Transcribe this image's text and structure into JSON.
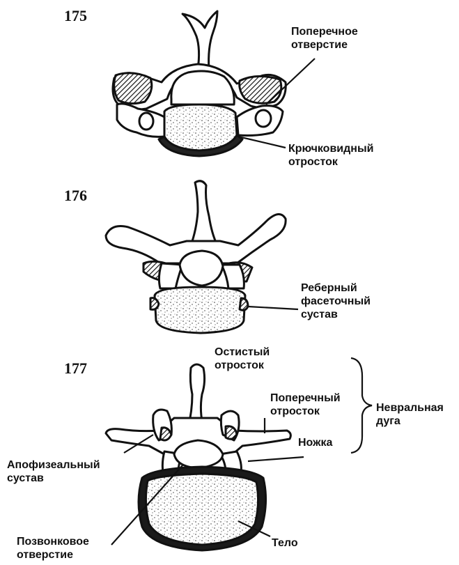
{
  "figures": [
    {
      "number": "175",
      "labels": {
        "transverse_foramen": [
          "Поперечное",
          "отверстие"
        ],
        "uncinate_process": [
          "Крючковидный",
          "отросток"
        ]
      }
    },
    {
      "number": "176",
      "labels": {
        "costal_facet_joint": [
          "Реберный",
          "фасеточный",
          "сустав"
        ]
      }
    },
    {
      "number": "177",
      "labels": {
        "spinous_process": [
          "Остистый",
          "отросток"
        ],
        "transverse_process": [
          "Поперечный",
          "отросток"
        ],
        "neural_arch": [
          "Невральная",
          "дуга"
        ],
        "pedicle": [
          "Ножка"
        ],
        "apophyseal_joint": [
          "Апофизеальный",
          "сустав"
        ],
        "vertebral_foramen": [
          "Позвонковое",
          "отверстие"
        ],
        "body": [
          "Тело"
        ]
      }
    }
  ],
  "colors": {
    "ink": "#111111",
    "paper": "#ffffff"
  }
}
